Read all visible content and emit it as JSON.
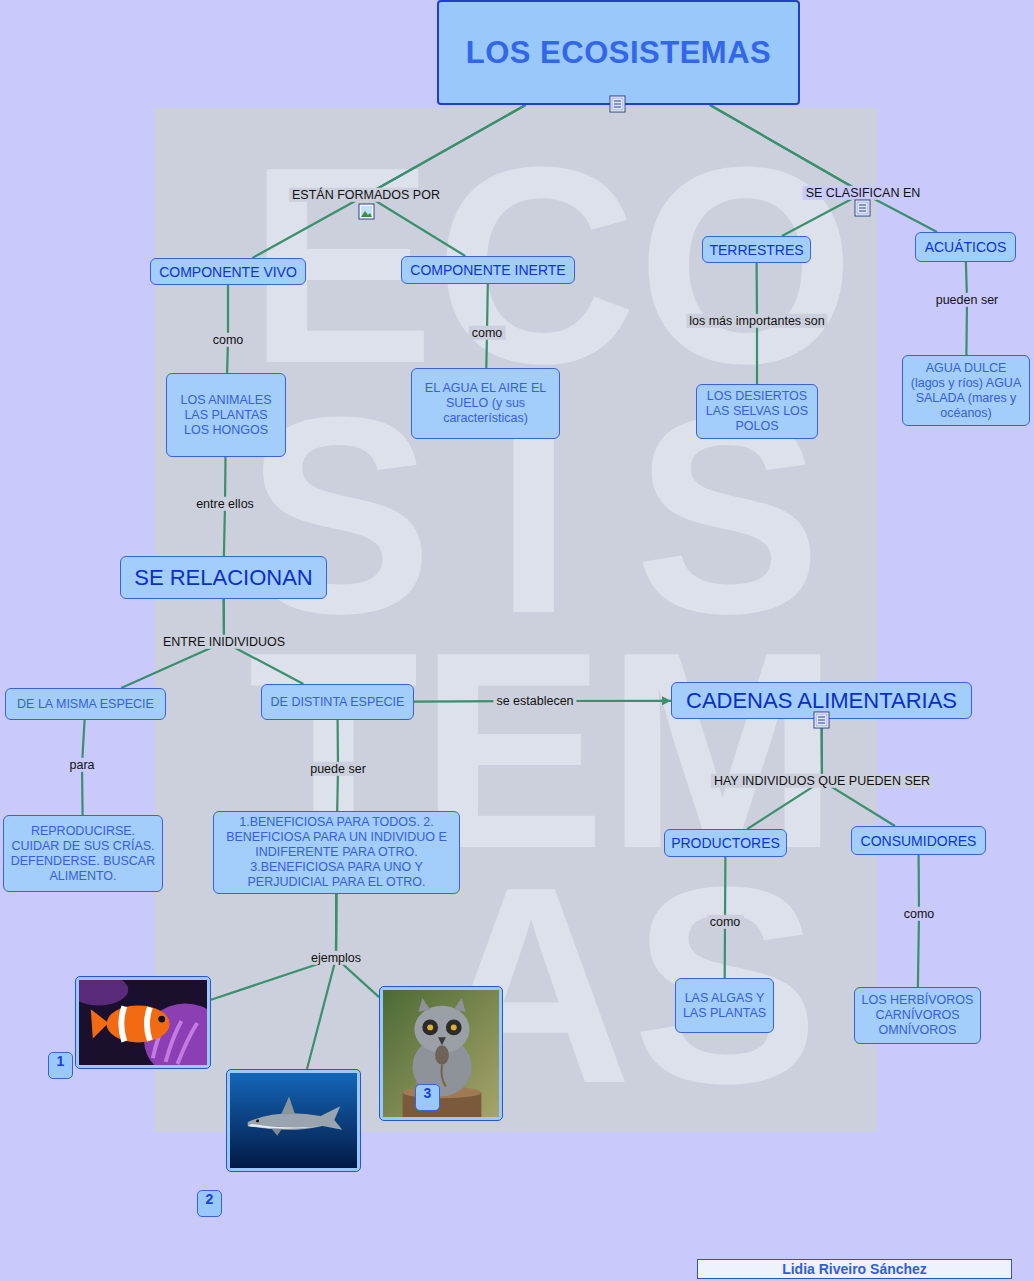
{
  "diagram": {
    "nodes": [
      {
        "text": [
          "LOS ECOSISTEMAS"
        ]
      },
      {
        "text": [
          "COMPONENTE VIVO"
        ]
      },
      {
        "text": [
          "COMPONENTE INERTE"
        ]
      },
      {
        "text": [
          "TERRESTRES"
        ]
      },
      {
        "text": [
          "ACUÁTICOS"
        ]
      },
      {
        "text": [
          "LOS ANIMALES LAS PLANTAS LOS HONGOS"
        ]
      },
      {
        "text": [
          "EL AGUA EL AIRE EL SUELO (y sus características)"
        ]
      },
      {
        "text": [
          "LOS DESIERTOS LAS SELVAS LOS POLOS"
        ]
      },
      {
        "text": [
          "AGUA DULCE (lagos y ríos) AGUA SALADA (mares y océanos)"
        ]
      },
      {
        "text": [
          "SE RELACIONAN"
        ]
      },
      {
        "text": [
          "DE LA MISMA ESPECIE"
        ]
      },
      {
        "text": [
          "DE DISTINTA ESPECIE"
        ]
      },
      {
        "text": [
          "CADENAS ALIMENTARIAS"
        ]
      },
      {
        "text": [
          "REPRODUCIRSE. CUIDAR DE SUS CRÍAS. DEFENDERSE. BUSCAR ALIMENTO."
        ]
      },
      {
        "text": [
          "1.BENEFICIOSA PARA TODOS. 2. BENEFICIOSA PARA UN INDIVIDUO E INDIFERENTE PARA OTRO. 3.BENEFICIOSA PARA UNO Y PERJUDICIAL PARA EL OTRO."
        ]
      },
      {
        "text": [
          "PRODUCTORES"
        ]
      },
      {
        "text": [
          "CONSUMIDORES"
        ]
      },
      {
        "text": [
          "LAS ALGAS Y LAS PLANTAS"
        ]
      },
      {
        "text": [
          "LOS HERBÍVOROS CARNÍVOROS OMNÍVOROS"
        ]
      },
      {
        "text": [
          "1"
        ]
      },
      {
        "text": [
          "2"
        ]
      },
      {
        "text": [
          "3"
        ]
      },
      {
        "text": [
          "Lidia Riveiro Sánchez"
        ]
      }
    ],
    "edges": [
      {
        "from": 0,
        "to": 1,
        "label": "ESTÁN FORMADOS POR",
        "arrow": "none"
      },
      {
        "from": 0,
        "to": 2,
        "arrow": "none"
      },
      {
        "from": 0,
        "to": 3,
        "label": "SE CLASIFICAN EN",
        "arrow": "none"
      },
      {
        "from": 0,
        "to": 4,
        "arrow": "none"
      },
      {
        "from": 1,
        "to": 5,
        "label": "como",
        "arrow": "none"
      },
      {
        "from": 2,
        "to": 6,
        "label": "como",
        "arrow": "none"
      },
      {
        "from": 3,
        "to": 7,
        "label": "los más importantes son",
        "arrow": "none"
      },
      {
        "from": 4,
        "to": 8,
        "label": "pueden ser",
        "arrow": "none"
      },
      {
        "from": 5,
        "to": 9,
        "label": "entre ellos",
        "arrow": "none"
      },
      {
        "from": 9,
        "to": 10,
        "label": "ENTRE INIDIVIDUOS",
        "arrow": "none"
      },
      {
        "from": 9,
        "to": 11,
        "arrow": "none"
      },
      {
        "from": 10,
        "to": 13,
        "label": "para",
        "arrow": "none"
      },
      {
        "from": 11,
        "to": 12,
        "label": "se establecen",
        "arrow": "to"
      },
      {
        "from": 11,
        "to": 14,
        "label": "puede ser",
        "arrow": "none"
      },
      {
        "from": 12,
        "to": 15,
        "label": "HAY INDIVIDUOS QUE PUEDEN SER",
        "arrow": "none"
      },
      {
        "from": 12,
        "to": 16,
        "arrow": "none"
      },
      {
        "from": 15,
        "to": 17,
        "label": "como",
        "arrow": "none"
      },
      {
        "from": 16,
        "to": 18,
        "label": "como",
        "arrow": "none"
      },
      {
        "from": 14,
        "to": 19,
        "label": "ejemplos",
        "arrow": "none"
      },
      {
        "from": 14,
        "to": 20,
        "arrow": "none"
      },
      {
        "from": 14,
        "to": 21,
        "arrow": "none"
      }
    ],
    "labels": [
      "ECO",
      "SIS",
      "TEM",
      "AS"
    ]
  }
}
